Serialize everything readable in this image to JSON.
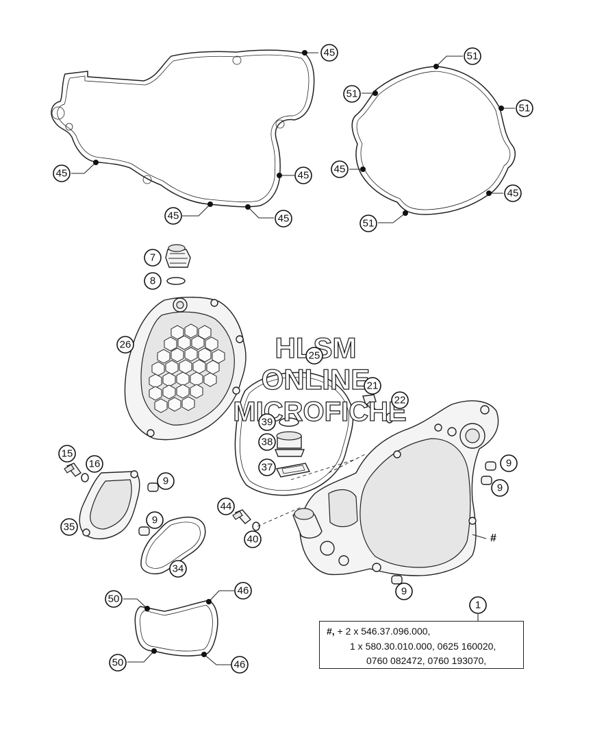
{
  "watermark": {
    "line1": "HLSM",
    "line2": "ONLINE",
    "line3": "MICROFICHE"
  },
  "callouts": {
    "c45": "45",
    "c51": "51",
    "c7": "7",
    "c8": "8",
    "c26": "26",
    "c25": "25",
    "c21": "21",
    "c22": "22",
    "c39": "39",
    "c38": "38",
    "c37": "37",
    "c15": "15",
    "c16": "16",
    "c9": "9",
    "c35": "35",
    "c34": "34",
    "c44": "44",
    "c40": "40",
    "c50": "50",
    "c46": "46",
    "c1": "1"
  },
  "hash_mark": "#",
  "note": {
    "hash": "#,",
    "line1": " + 2 x 546.37.096.000,",
    "line2": "1 x 580.30.010.000, 0625 160020,",
    "line3": "0760 082472, 0760 193070,"
  }
}
